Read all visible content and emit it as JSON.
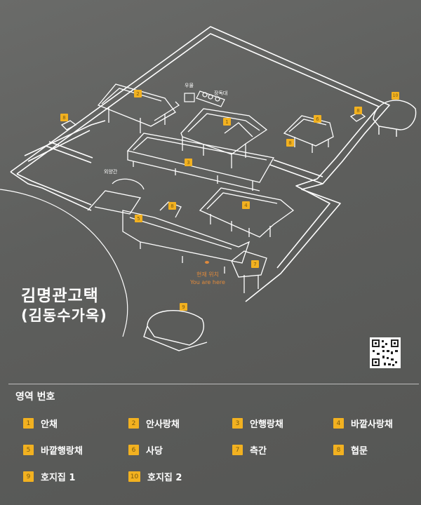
{
  "title": {
    "main": "김명관고택",
    "sub": "(김동수가옥)"
  },
  "map_labels": {
    "wooumul": "우물",
    "jangdokdae": "장독대",
    "oeyanggan": "외양간",
    "here_ko": "현재 위치",
    "here_en": "You are here"
  },
  "legend": {
    "title": "영역 번호",
    "items": [
      {
        "num": "1",
        "label": "안채"
      },
      {
        "num": "2",
        "label": "안사랑채"
      },
      {
        "num": "3",
        "label": "안행랑채"
      },
      {
        "num": "4",
        "label": "바깥사랑채"
      },
      {
        "num": "5",
        "label": "바깥행랑채"
      },
      {
        "num": "6",
        "label": "사당"
      },
      {
        "num": "7",
        "label": "측간"
      },
      {
        "num": "8",
        "label": "협문"
      },
      {
        "num": "9",
        "label": "호지집 1"
      },
      {
        "num": "10",
        "label": "호지집 2"
      }
    ]
  },
  "colors": {
    "accent": "#f2b120",
    "line": "#ffffff",
    "here": "#e08a3c",
    "background": "#5e5f5d"
  }
}
